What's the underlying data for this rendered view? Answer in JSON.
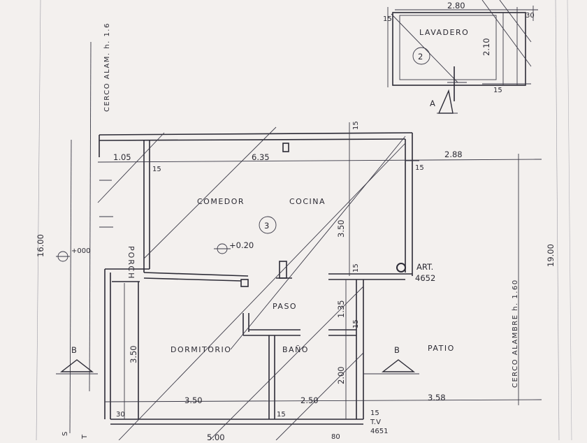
{
  "rooms": {
    "lavadero": "LAVADERO",
    "comedor": "COMEDOR",
    "cocina": "COCINA",
    "porch": "PORCH",
    "paso": "PASO",
    "dormitorio": "DORMITORIO",
    "bano": "BAÑO",
    "patio": "PATIO"
  },
  "markers": {
    "unit_2": "2",
    "unit_3": "3",
    "level_porch": "+000",
    "level_comedor": "+0.20",
    "section_a": "A",
    "section_b_left": "B",
    "section_b_right": "B"
  },
  "dimensions": {
    "lav_width": "2.80",
    "lav_depth": "2.10",
    "lav_wall_left": "15",
    "lav_wall_right": "30",
    "lav_wall_bottom": "15",
    "porch_width": "1.05",
    "comedor_width": "6.35",
    "side_width": "2.88",
    "wall_15_a": "15",
    "wall_15_b": "15",
    "wall_15_c": "15",
    "wall_15_d": "15",
    "wall_15_e": "15",
    "wall_15_f": "15",
    "wall_15_g": "15",
    "comedor_depth": "3.50",
    "paso_depth": "1.35",
    "bano_depth": "2.00",
    "dorm_depth": "3.50",
    "dorm_width": "3.50",
    "bano_width": "2.50",
    "patio_width": "3.58",
    "wall_30": "30",
    "wall_80": "80",
    "total_left": "16.00",
    "total_right": "19.00",
    "bottom_partial": "5.00"
  },
  "notes": {
    "cerco_alam": "CERCO ALAM. h. 1.6",
    "cerco_alambre": "CERCO ALAMBRE h. 1.60",
    "art": "ART.",
    "art_num": "4652",
    "tv": "T.V",
    "tv_num": "4651",
    "edge_s": "S",
    "edge_t": "T"
  }
}
